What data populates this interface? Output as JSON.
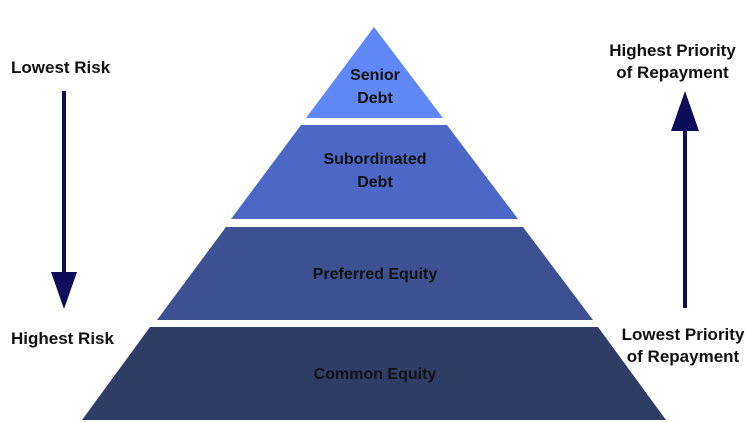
{
  "left_axis": {
    "top_label": "Lowest Risk",
    "bottom_label": "Highest Risk",
    "direction": "down"
  },
  "right_axis": {
    "top_label_lines": [
      "Highest Priority",
      "of Repayment"
    ],
    "bottom_label_lines": [
      "Lowest Priority",
      "of Repayment"
    ],
    "direction": "up"
  },
  "pyramid": {
    "tiers": [
      {
        "name": "senior-debt",
        "lines": [
          "Senior",
          "Debt"
        ],
        "color": "#5f87f5"
      },
      {
        "name": "subordinated-debt",
        "lines": [
          "Subordinated",
          "Debt"
        ],
        "color": "#4b68c6"
      },
      {
        "name": "preferred-equity",
        "lines": [
          "Preferred Equity"
        ],
        "color": "#3d5192"
      },
      {
        "name": "common-equity",
        "lines": [
          "Common Equity"
        ],
        "color": "#2f3c66"
      }
    ]
  },
  "colors": {
    "arrow": "#0d0d5c",
    "text": "#111111",
    "background": "#ffffff"
  }
}
